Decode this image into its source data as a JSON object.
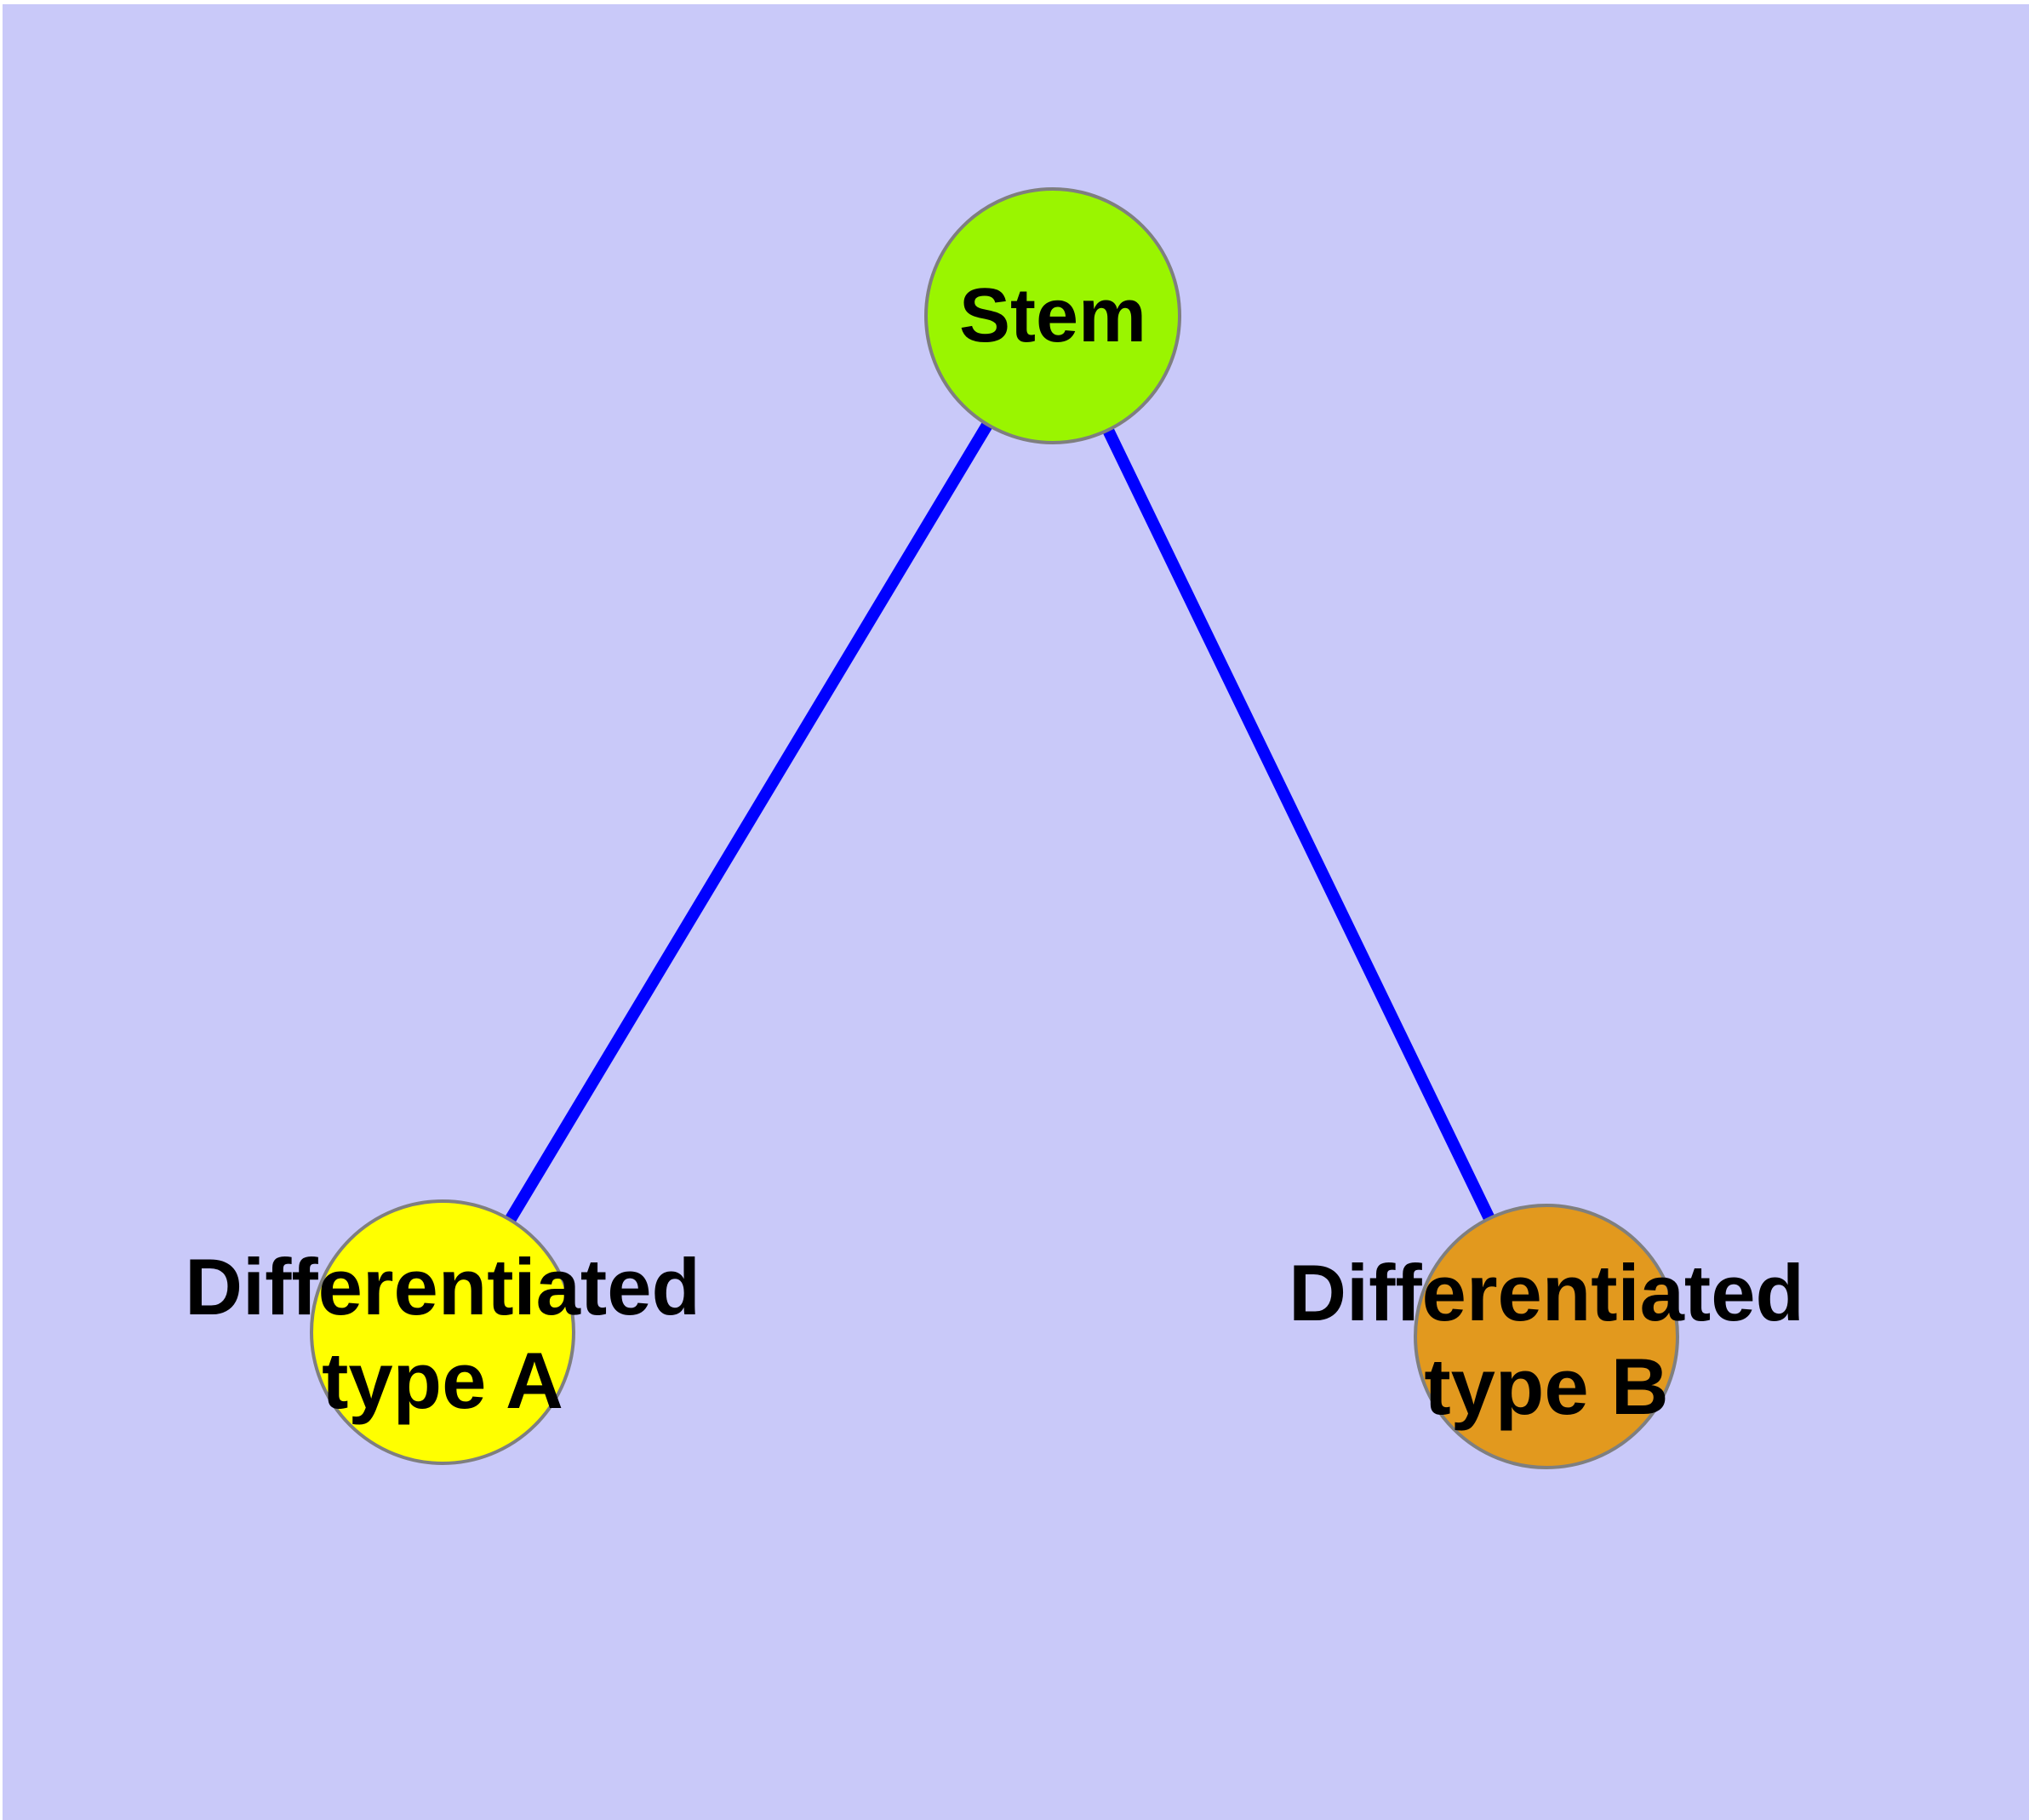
{
  "diagram": {
    "type": "node-link-graph",
    "background_color": "#C9C9F9",
    "page_margin_color": "#FFFFFF",
    "edge_color": "#0000FF",
    "node_border_color": "#7F7F7F",
    "label_color": "#000000",
    "nodes": [
      {
        "id": "stem",
        "label": "Stem",
        "label_line2": "",
        "fill": "#9AF500"
      },
      {
        "id": "type-a",
        "label": "Differentiated",
        "label_line2": "type A",
        "fill": "#FFFF00"
      },
      {
        "id": "type-b",
        "label": "Differentiated",
        "label_line2": "type B",
        "fill": "#E2991E"
      }
    ],
    "edges": [
      {
        "from": "Stem",
        "to": "Differentiated type A"
      },
      {
        "from": "Stem",
        "to": "Differentiated type B"
      }
    ]
  }
}
